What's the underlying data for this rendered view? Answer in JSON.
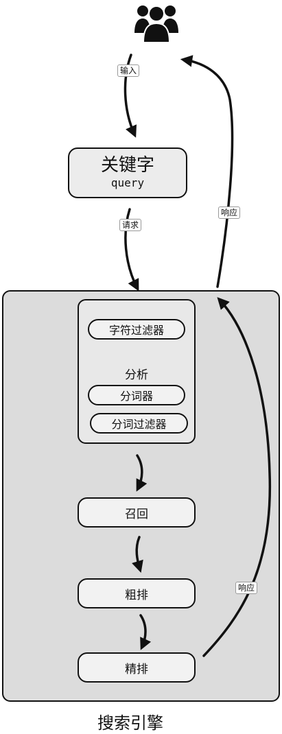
{
  "user_icon": "users-icon",
  "input_label": "输入",
  "keyword": {
    "title": "关键字",
    "subtitle": "query"
  },
  "request_label": "请求",
  "response_label_top": "响应",
  "analysis": {
    "char_filter": "字符过滤器",
    "heading": "分析",
    "tokenizer": "分词器",
    "token_filter": "分词过滤器"
  },
  "stages": {
    "recall": "召回",
    "coarse_rank": "粗排",
    "fine_rank": "精排"
  },
  "response_label_inner": "响应",
  "engine_title": "搜索引擎"
}
